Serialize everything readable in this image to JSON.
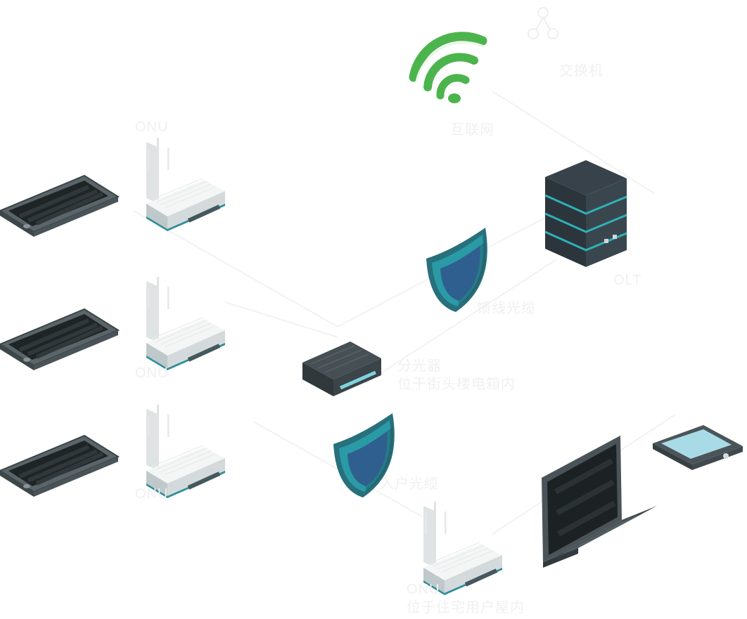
{
  "diagram": {
    "internet_label": "互联网",
    "switch_label": "交换机",
    "olt_label": "OLT",
    "feeder_fiber_label": "馈线光缆",
    "splitter_label_1": "分光器",
    "splitter_label_2": "位于街头楼电箱内",
    "drop_fiber_label": "入户光缆",
    "onu_top_label": "ONU",
    "onu_mid_label": "ONU",
    "onu_low_label": "ONU",
    "onu_home_label_1": "ONU",
    "onu_home_label_2": "位于住宅用户屋内"
  },
  "colors": {
    "wifi_green": "#4cb44c",
    "shield_teal": "#2a8c9a",
    "shield_blue": "#2f5f8e",
    "device_dark": "#3a4448",
    "screen_black": "#1c2124",
    "label": "#f0f0f0",
    "line": "#f2f2f2"
  }
}
